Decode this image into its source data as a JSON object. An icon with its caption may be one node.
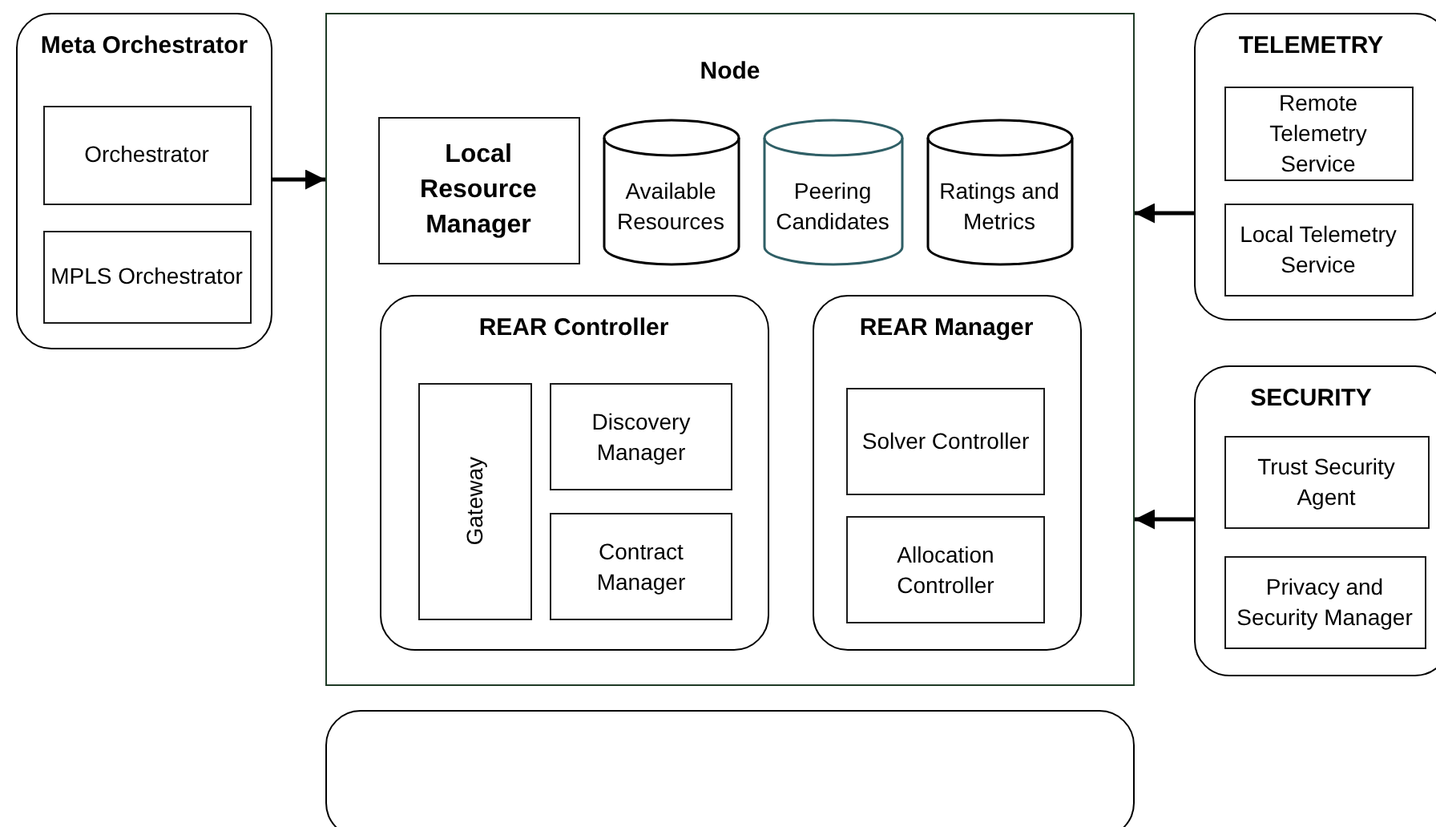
{
  "diagram": {
    "nodes": [
      {
        "text": [
          "Meta Orchestrator"
        ]
      },
      {
        "text": [
          "Orchestrator"
        ],
        "in": 0
      },
      {
        "text": [
          "MPLS Orchestrator"
        ],
        "in": 0
      },
      {
        "text": [
          "Node"
        ]
      },
      {
        "text": [
          "Local Resource Manager"
        ],
        "in": 3
      },
      {
        "text": [
          "Available Resources"
        ],
        "in": 3
      },
      {
        "text": [
          "Peering Candidates"
        ],
        "in": 3
      },
      {
        "text": [
          "Ratings and Metrics"
        ],
        "in": 3
      },
      {
        "text": [
          "REAR Controller"
        ],
        "in": 3
      },
      {
        "text": [
          "Gateway"
        ],
        "in": 8
      },
      {
        "text": [
          "Discovery Manager"
        ],
        "in": 8
      },
      {
        "text": [
          "Contract Manager"
        ],
        "in": 8
      },
      {
        "text": [
          "REAR Manager"
        ],
        "in": 3
      },
      {
        "text": [
          "Solver Controller"
        ],
        "in": 12
      },
      {
        "text": [
          "Allocation Controller"
        ],
        "in": 12
      },
      {
        "text": [
          "TELEMETRY"
        ]
      },
      {
        "text": [
          "Remote Telemetry Service"
        ],
        "in": 15
      },
      {
        "text": [
          "Local Telemetry Service"
        ],
        "in": 15
      },
      {
        "text": [
          "SECURITY"
        ]
      },
      {
        "text": [
          "Trust Security Agent"
        ],
        "in": 18
      },
      {
        "text": [
          "Privacy and Security Manager"
        ],
        "in": 18
      },
      {
        "text": [],
        "shape": "box"
      }
    ],
    "edges": [
      {
        "from": 0,
        "to": 3,
        "arrow": "to"
      },
      {
        "from": 15,
        "to": 3,
        "arrow": "to"
      },
      {
        "from": 18,
        "to": 3,
        "arrow": "to"
      }
    ]
  }
}
